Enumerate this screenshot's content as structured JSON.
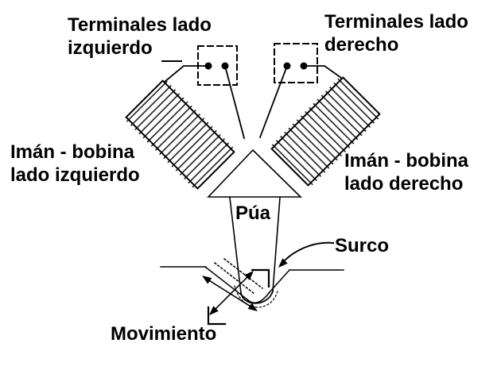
{
  "colors": {
    "ink": "#000000",
    "background": "#ffffff"
  },
  "annotations": {
    "terminals_left": {
      "line1": "Terminales lado",
      "line2": "izquierdo"
    },
    "terminals_right": {
      "line1": "Terminales lado",
      "line2": "derecho"
    },
    "magnet_coil_left": {
      "line1": "Imán - bobina",
      "line2": "lado izquierdo"
    },
    "magnet_coil_right": {
      "line1": "Imán - bobina",
      "line2": "lado derecho"
    },
    "stylus": {
      "text": "Púa"
    },
    "groove": {
      "text": "Surco"
    },
    "movement": {
      "text": "Movimiento"
    }
  }
}
